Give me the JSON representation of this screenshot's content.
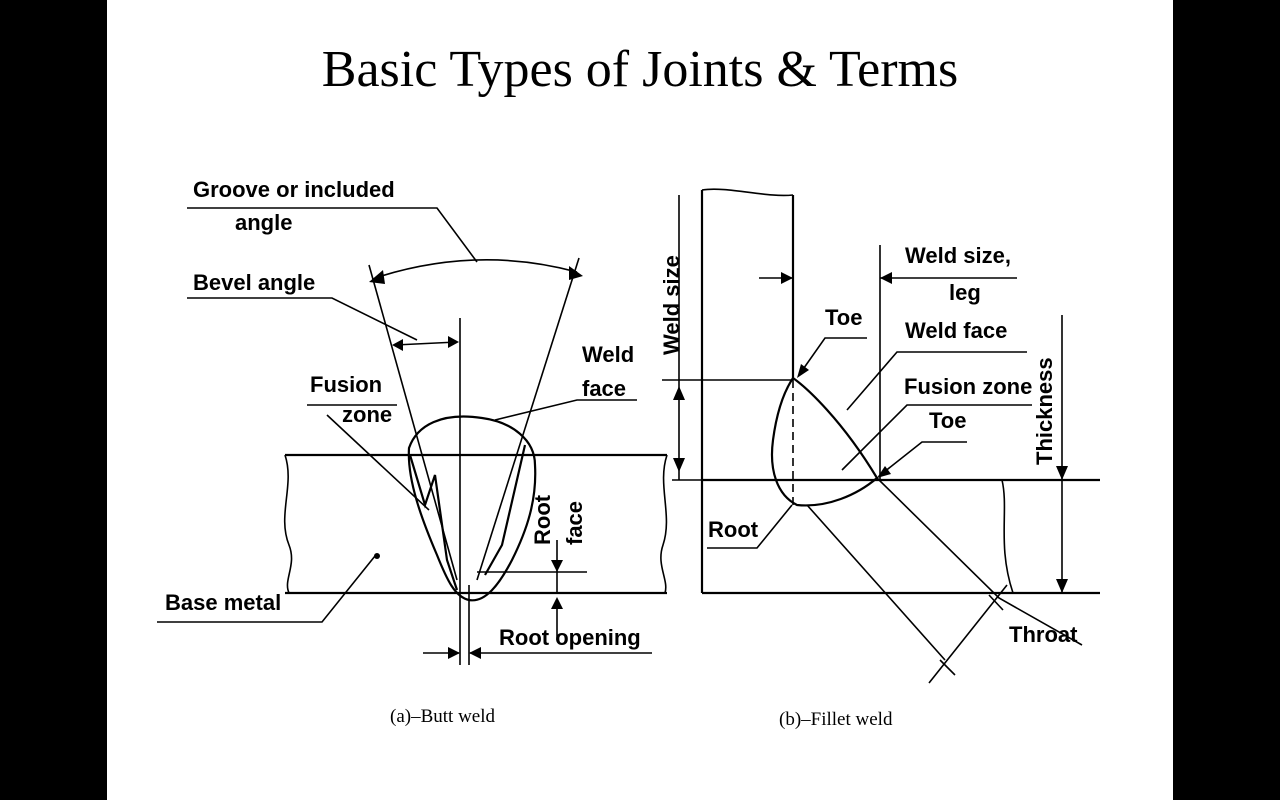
{
  "title": "Basic Types of Joints & Terms",
  "butt": {
    "groove_angle_1": "Groove or included",
    "groove_angle_2": "angle",
    "bevel_angle": "Bevel angle",
    "weld_face_1": "Weld",
    "weld_face_2": "face",
    "fusion_zone_1": "Fusion",
    "fusion_zone_2": "zone",
    "root_face_1": "Root",
    "root_face_2": "face",
    "base_metal": "Base metal",
    "root_opening": "Root opening",
    "caption": "(a)–Butt weld"
  },
  "fillet": {
    "weld_size_vertical": "Weld size",
    "weld_size_leg_1": "Weld size,",
    "weld_size_leg_2": "leg",
    "toe_top": "Toe",
    "weld_face": "Weld face",
    "fusion_zone": "Fusion zone",
    "toe_right": "Toe",
    "thickness": "Thickness",
    "root": "Root",
    "throat": "Throat",
    "caption": "(b)–Fillet weld"
  }
}
